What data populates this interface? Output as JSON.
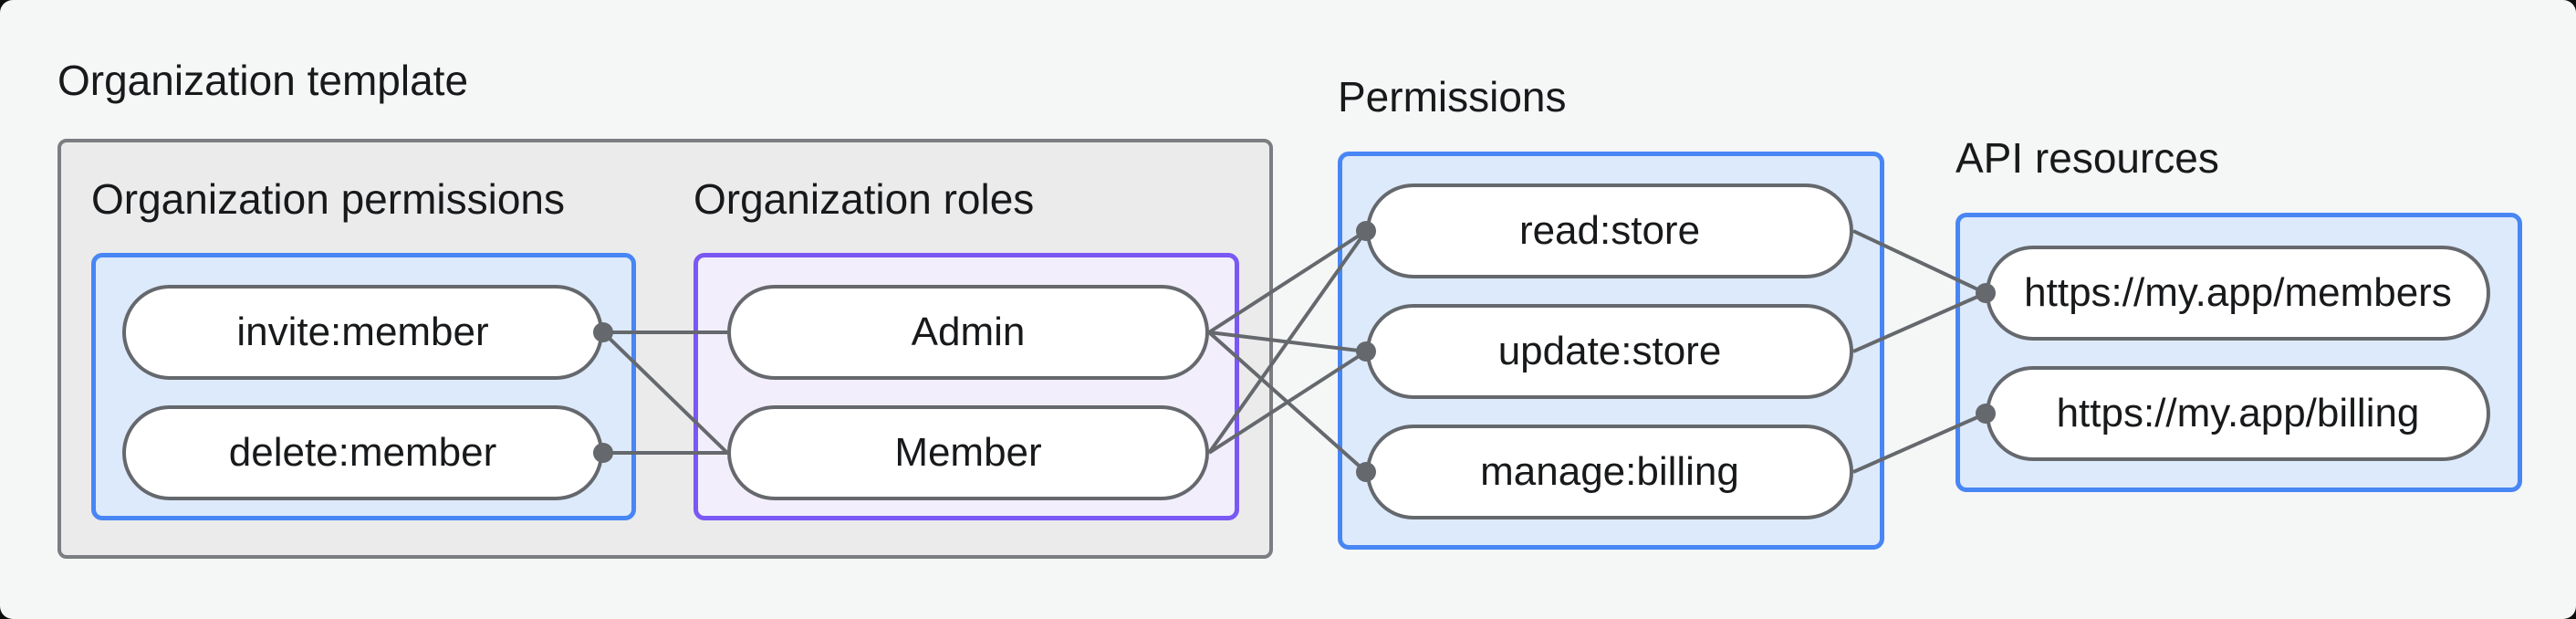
{
  "title": "Organization template",
  "groups": {
    "org_permissions": {
      "heading": "Organization permissions"
    },
    "org_roles": {
      "heading": "Organization roles"
    },
    "permissions": {
      "heading": "Permissions"
    },
    "api_resources": {
      "heading": "API resources"
    }
  },
  "nodes": {
    "invite_member": {
      "label": "invite:member"
    },
    "delete_member": {
      "label": "delete:member"
    },
    "admin": {
      "label": "Admin"
    },
    "member": {
      "label": "Member"
    },
    "read_store": {
      "label": "read:store"
    },
    "update_store": {
      "label": "update:store"
    },
    "manage_billing": {
      "label": "manage:billing"
    },
    "api_members": {
      "label": "https://my.app/members"
    },
    "api_billing": {
      "label": "https://my.app/billing"
    }
  },
  "edges": [
    [
      "invite_member",
      "admin"
    ],
    [
      "invite_member",
      "member"
    ],
    [
      "delete_member",
      "member"
    ],
    [
      "admin",
      "read_store"
    ],
    [
      "admin",
      "update_store"
    ],
    [
      "admin",
      "manage_billing"
    ],
    [
      "member",
      "read_store"
    ],
    [
      "member",
      "update_store"
    ],
    [
      "read_store",
      "api_members"
    ],
    [
      "update_store",
      "api_members"
    ],
    [
      "manage_billing",
      "api_billing"
    ]
  ],
  "colors": {
    "page_bg": "#f5f6f6",
    "gray_box_fill": "#ebebec",
    "gray_box_border": "#7b7d80",
    "blue_fill": "#dceafc",
    "blue_border": "#4886f4",
    "purple_fill": "#f3eefc",
    "purple_border": "#7a58f3",
    "node_fill": "#ffffff",
    "node_border": "#65686c",
    "line": "#65686c",
    "text": "#17191b"
  }
}
